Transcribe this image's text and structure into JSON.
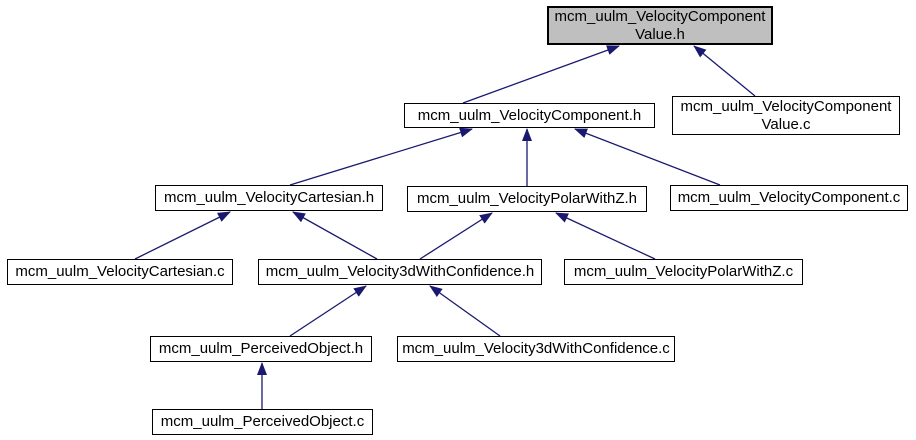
{
  "page": {
    "background_color": "#ffffff"
  },
  "diagram": {
    "type": "include-dependency-graph",
    "nodes": [
      {
        "id": "velocity-component-value-h",
        "label": "mcm_uulm_VelocityComponent\nValue.h",
        "highlighted": true
      },
      {
        "id": "velocity-component-h",
        "label": "mcm_uulm_VelocityComponent.h",
        "highlighted": false
      },
      {
        "id": "velocity-component-value-c",
        "label": "mcm_uulm_VelocityComponent\nValue.c",
        "highlighted": false
      },
      {
        "id": "velocity-cartesian-h",
        "label": "mcm_uulm_VelocityCartesian.h",
        "highlighted": false
      },
      {
        "id": "velocity-polar-with-z-h",
        "label": "mcm_uulm_VelocityPolarWithZ.h",
        "highlighted": false
      },
      {
        "id": "velocity-component-c",
        "label": "mcm_uulm_VelocityComponent.c",
        "highlighted": false
      },
      {
        "id": "velocity-cartesian-c",
        "label": "mcm_uulm_VelocityCartesian.c",
        "highlighted": false
      },
      {
        "id": "velocity-3d-with-confidence-h",
        "label": "mcm_uulm_Velocity3dWithConfidence.h",
        "highlighted": false
      },
      {
        "id": "velocity-polar-with-z-c",
        "label": "mcm_uulm_VelocityPolarWithZ.c",
        "highlighted": false
      },
      {
        "id": "perceived-object-h",
        "label": "mcm_uulm_PerceivedObject.h",
        "highlighted": false
      },
      {
        "id": "velocity-3d-with-confidence-c",
        "label": "mcm_uulm_Velocity3dWithConfidence.c",
        "highlighted": false
      },
      {
        "id": "perceived-object-c",
        "label": "mcm_uulm_PerceivedObject.c",
        "highlighted": false
      }
    ],
    "edges": [
      {
        "from": "velocity-component-h",
        "to": "velocity-component-value-h"
      },
      {
        "from": "velocity-component-value-c",
        "to": "velocity-component-value-h"
      },
      {
        "from": "velocity-cartesian-h",
        "to": "velocity-component-h"
      },
      {
        "from": "velocity-polar-with-z-h",
        "to": "velocity-component-h"
      },
      {
        "from": "velocity-component-c",
        "to": "velocity-component-h"
      },
      {
        "from": "velocity-cartesian-c",
        "to": "velocity-cartesian-h"
      },
      {
        "from": "velocity-3d-with-confidence-h",
        "to": "velocity-cartesian-h"
      },
      {
        "from": "velocity-3d-with-confidence-h",
        "to": "velocity-polar-with-z-h"
      },
      {
        "from": "velocity-polar-with-z-c",
        "to": "velocity-polar-with-z-h"
      },
      {
        "from": "perceived-object-h",
        "to": "velocity-3d-with-confidence-h"
      },
      {
        "from": "velocity-3d-with-confidence-c",
        "to": "velocity-3d-with-confidence-h"
      },
      {
        "from": "perceived-object-c",
        "to": "perceived-object-h"
      }
    ],
    "colors": {
      "arrow": "#191970",
      "node_fill": "#ffffff",
      "highlighted_node_fill": "#bfbfbf",
      "node_border": "#000000",
      "text": "#000000"
    }
  }
}
